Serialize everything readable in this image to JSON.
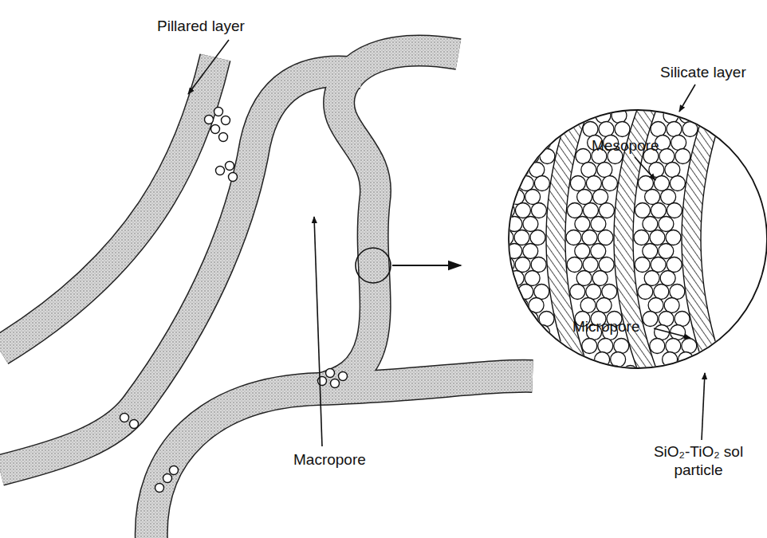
{
  "diagram": {
    "labels": [
      "Pillared layer",
      "Silicate layer",
      "Mesopore",
      "Micropore",
      "SiO₂-TiO₂ sol particle",
      "Macropore"
    ]
  }
}
